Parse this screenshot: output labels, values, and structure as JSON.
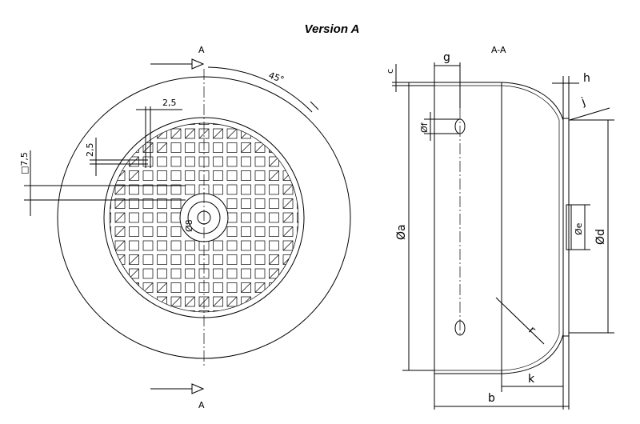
{
  "title": "Version A",
  "section_label": "A-A",
  "cut_marker": "A",
  "front_view": {
    "angle": "45°",
    "dim_top": "2,5",
    "dim_side": "2,5",
    "dim_square": "□7,5",
    "dim_hole": "Ø8"
  },
  "section_view": {
    "c": "c",
    "g": "g",
    "h": "h",
    "j": "j",
    "f": "Øf",
    "a": "Øa",
    "e": "Øe",
    "d": "Ød",
    "r": "r",
    "k": "k",
    "b": "b"
  }
}
